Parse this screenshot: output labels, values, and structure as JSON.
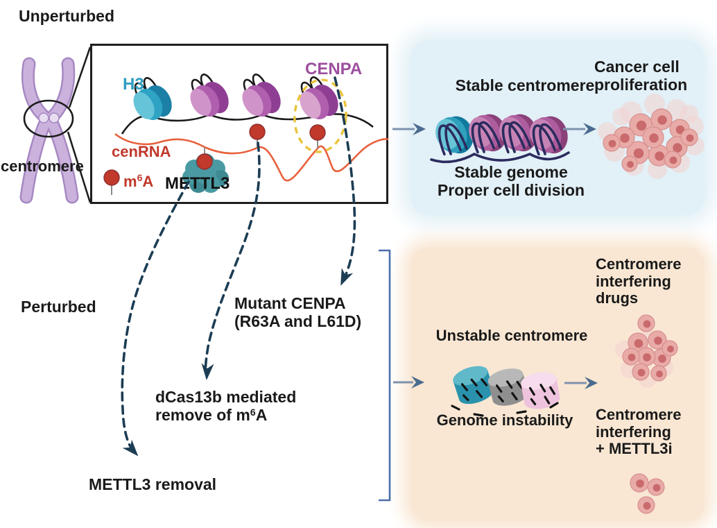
{
  "panel_unperturbed": {
    "title": "Unperturbed",
    "chromosome_label": "centromere"
  },
  "panel_perturbed": {
    "title": "Perturbed"
  },
  "inset": {
    "h3": "H3",
    "cenpa": "CENPA",
    "cenrna": "cenRNA",
    "mettl3": "METTL3",
    "m6a": {
      "base": "m",
      "sup": "6",
      "tail": "A"
    }
  },
  "stable_panel": {
    "heading": "Stable centromere",
    "genome_line": "Stable genome",
    "division_line": "Proper cell division"
  },
  "cancer_outcome": {
    "line1": "Cancer cell",
    "line2": "proliferation"
  },
  "perturbations": {
    "mutant": {
      "line1": "Mutant CENPA",
      "line2": "(R63A and L61D)"
    },
    "dcas13b": {
      "line1": "dCas13b mediated",
      "line2_base": "remove of m",
      "line2_sup": "6",
      "line2_tail": "A"
    },
    "mettl3_removal": "METTL3 removal"
  },
  "unstable_panel": {
    "heading": "Unstable centromere",
    "subheading": "Genome instability"
  },
  "outcomes": {
    "drugs": {
      "line1": "Centromere",
      "line2": "interfering",
      "line3": "drugs"
    },
    "combo": {
      "line1": "Centromere",
      "line2": "interfering",
      "line3": "+ METTL3i"
    }
  },
  "colors": {
    "h3_teal": "#2f9dc0",
    "cenpa_purple": "#9c4f9e",
    "cenrna_orange": "#e8603c",
    "m6a_red": "#c0392b",
    "hilite_yellow": "#e9c43c",
    "dash_navy": "#1c3d54",
    "flow_line": "#7d93ad",
    "flow_head": "#4a6b8f",
    "bracket_blue": "#4a6fa8",
    "panel_blue": "#e2f0f7",
    "panel_peach": "#f9e7d3",
    "chromosome_fill": "#cbb2dd",
    "chromosome_edge": "#a788c2",
    "cell_pink": "#e9aba7",
    "cell_edge": "#d68f8d",
    "cell_faded": "#f2d4d0",
    "nucleus_pink": "#c66468",
    "mettl3_teal": "#4a9aa3"
  }
}
